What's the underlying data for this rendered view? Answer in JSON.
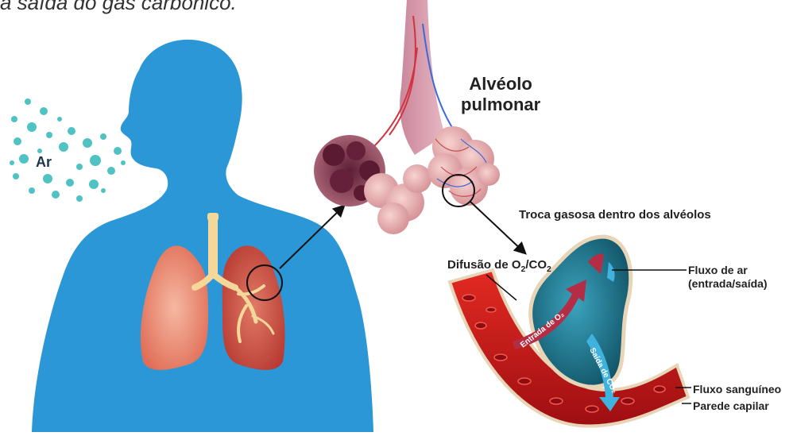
{
  "caption": "a saída do gás carbônico.",
  "air_label": "Ar",
  "alveolus_title_line1": "Alvéolo",
  "alveolus_title_line2": "pulmonar",
  "exchange_title": "Troca gasosa dentro dos alvéolos",
  "diffusion_prefix": "Difusão de O",
  "diffusion_sub1": "2",
  "diffusion_mid": "/CO",
  "diffusion_sub2": "2",
  "airflow_line1": "Fluxo de ar",
  "airflow_line2": "(entrada/saída)",
  "oxygen_in_label": "Entrada de O₂",
  "co2_out_label": "Saída de CO₂",
  "bloodflow_label": "Fluxo sanguíneo",
  "capillary_wall_label": "Parede capilar",
  "colors": {
    "body": "#2b97d6",
    "blood": "#c8141b",
    "alveolus": "#1f6e86",
    "oxygen_arrow": "#b52d44",
    "co2_arrow": "#3fb2de",
    "air_dots": "#4fc2c4"
  }
}
